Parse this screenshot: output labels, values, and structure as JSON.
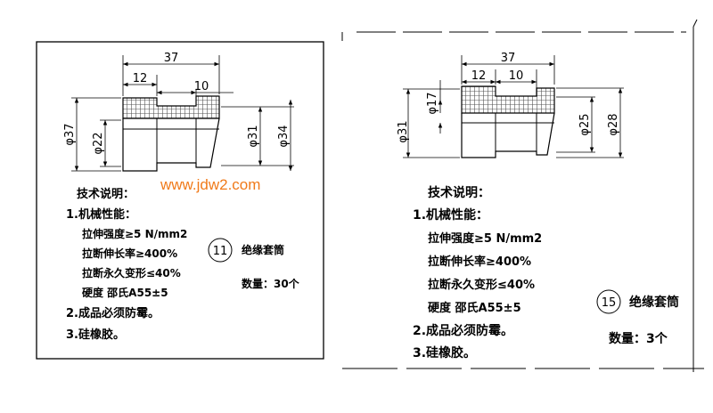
{
  "watermark": "www.jdw2.com",
  "part_left": {
    "dims": {
      "overall_length": "37",
      "left_step": "12",
      "groove": "10",
      "outer_dia": "φ37",
      "inner_dia": "φ22",
      "mid_dia": "φ31",
      "right_dia": "φ34"
    },
    "notes": {
      "title": "技术说明：",
      "l1": "1.机械性能：",
      "l2": "拉伸强度≥5 N/mm2",
      "l3": "拉断伸长率≥400%",
      "l4": "拉断永久变形≤40%",
      "l5": "硬度  邵氏A55±5",
      "l6": "2.成品必须防霉。",
      "l7": "3.硅橡胶。"
    },
    "item_no": "11",
    "item_name": "绝缘套筒",
    "quantity": "数量：30个"
  },
  "part_right": {
    "dims": {
      "overall_length": "37",
      "left_step": "12",
      "groove": "10",
      "bore_dia": "φ17",
      "outer_dia": "φ31",
      "mid_dia": "φ25",
      "right_dia": "φ28"
    },
    "notes": {
      "title": "技术说明：",
      "l1": "1.机械性能：",
      "l2": "拉伸强度≥5 N/mm2",
      "l3": "拉断伸长率≥400%",
      "l4": "拉断永久变形≤40%",
      "l5": "硬度   邵氏A55±5",
      "l6": "2.成品必须防霉。",
      "l7": "3.硅橡胶。"
    },
    "item_no": "15",
    "item_name": "绝缘套筒",
    "quantity": "数量：3个"
  }
}
